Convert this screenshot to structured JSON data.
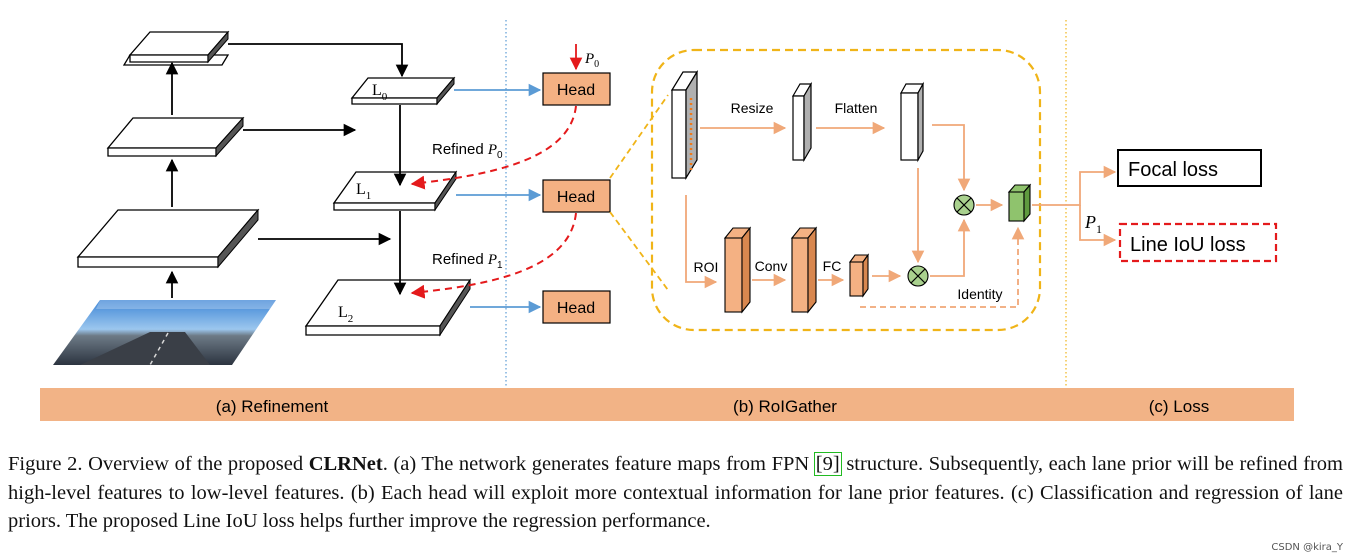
{
  "panels": {
    "refinement": "(a) Refinement",
    "roigather": "(b) RoIGather",
    "loss": "(c) Loss"
  },
  "levels": [
    "L",
    "L",
    "L"
  ],
  "level_subscripts": [
    "0",
    "1",
    "2"
  ],
  "head_label": "Head",
  "prior": {
    "p": "P",
    "sub": "0"
  },
  "refined": [
    {
      "text": "Refined ",
      "p": "P",
      "sub": "0"
    },
    {
      "text": "Refined ",
      "p": "P",
      "sub": "1"
    }
  ],
  "roi": {
    "resize": "Resize",
    "flatten": "Flatten",
    "roi": "ROI",
    "conv": "Conv",
    "fc": "FC",
    "identity": "Identity"
  },
  "loss": {
    "focal": "Focal loss",
    "line_iou": "Line IoU loss",
    "p": "P",
    "sub": "1"
  },
  "caption": {
    "lead": "Figure 2. Overview of the proposed ",
    "bold": "CLRNet",
    "part1": ". (a) The network generates feature maps from FPN ",
    "cite": "[9]",
    "part2": " structure. Subsequently, each lane prior will be refined from high-level features to low-level features. (b) Each head will exploit more contextual information for lane prior features. (c) Classification and regression of lane priors. The proposed Line IoU loss helps further improve the regression performance."
  },
  "watermark": "CSDN @kira_Y",
  "colors": {
    "band": "#f2b386",
    "head_fill": "#f4b183",
    "orange_line": "#f0a878",
    "gold_dash": "#f0b418",
    "red": "#e41a1c",
    "blue": "#5b9bd5",
    "green_cube": "#8fc36d",
    "mult_fill": "#a9d18e"
  }
}
